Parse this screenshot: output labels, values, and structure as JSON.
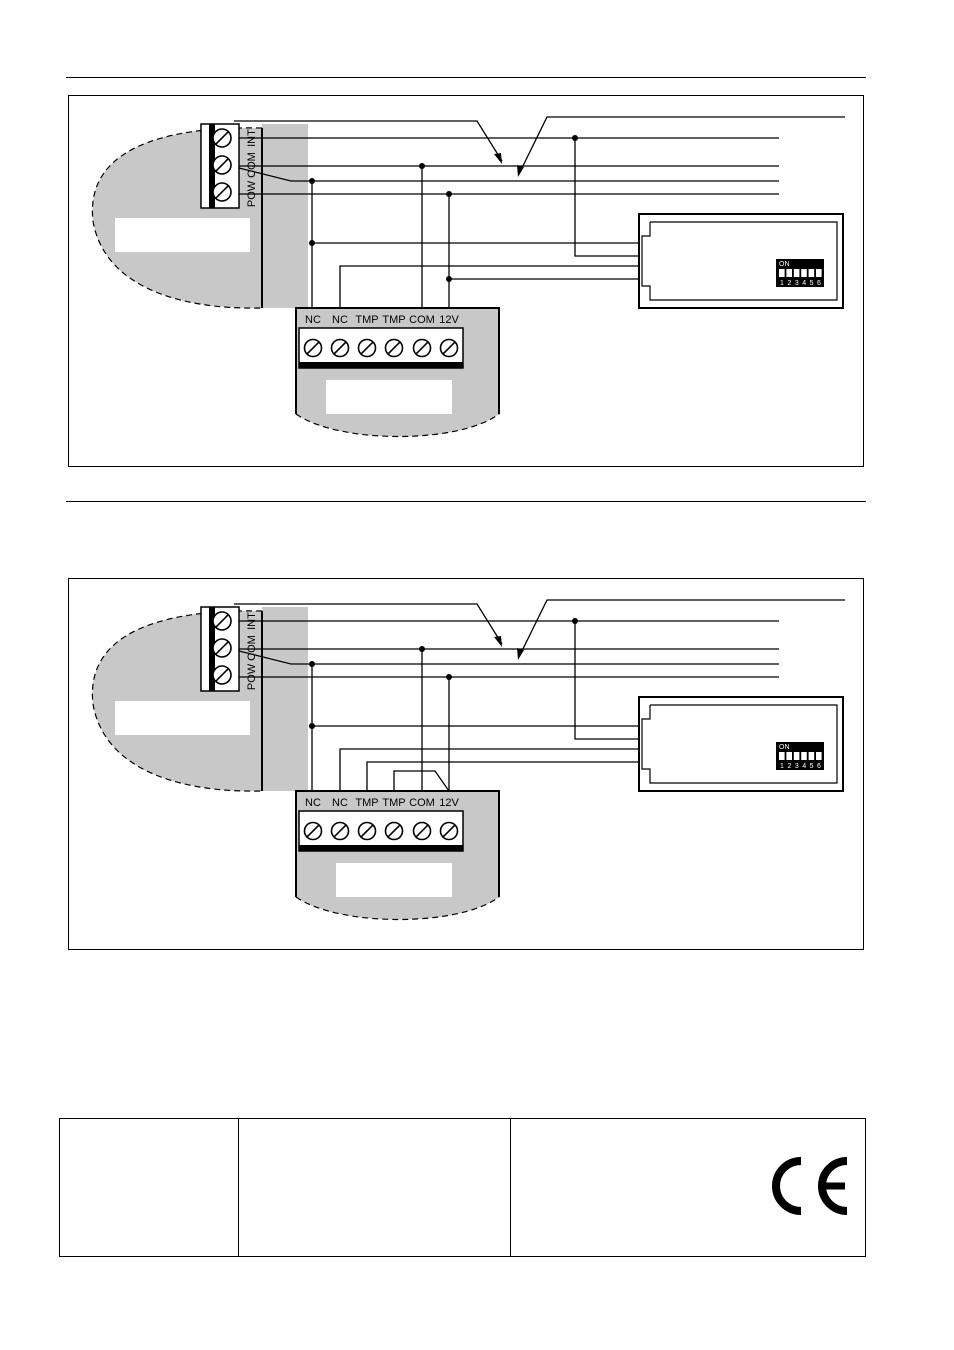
{
  "page": {
    "background": "#ffffff",
    "rule_color": "#000000"
  },
  "diagrams": [
    {
      "id": "diagram-1",
      "variant": "tamper-open",
      "panel_terminals": [
        "INT",
        "COM",
        "POW"
      ],
      "detector_terminals": [
        "NC",
        "NC",
        "TMP",
        "TMP",
        "COM",
        "12V"
      ],
      "dip_switch": {
        "on_label": "ON",
        "numbers": [
          "1",
          "2",
          "3",
          "4",
          "5",
          "6"
        ]
      }
    },
    {
      "id": "diagram-2",
      "variant": "tamper-bridged",
      "panel_terminals": [
        "INT",
        "COM",
        "POW"
      ],
      "detector_terminals": [
        "NC",
        "NC",
        "TMP",
        "TMP",
        "COM",
        "12V"
      ],
      "dip_switch": {
        "on_label": "ON",
        "numbers": [
          "1",
          "2",
          "3",
          "4",
          "5",
          "6"
        ]
      }
    }
  ],
  "colors": {
    "module_fill": "#c8c8c8",
    "label_box_fill": "#ffffff",
    "wire": "#000000",
    "dip_body": "#000000",
    "dip_key": "#ffffff"
  },
  "footer": {
    "cells": [
      "",
      "",
      ""
    ],
    "mark": "ce-mark"
  }
}
